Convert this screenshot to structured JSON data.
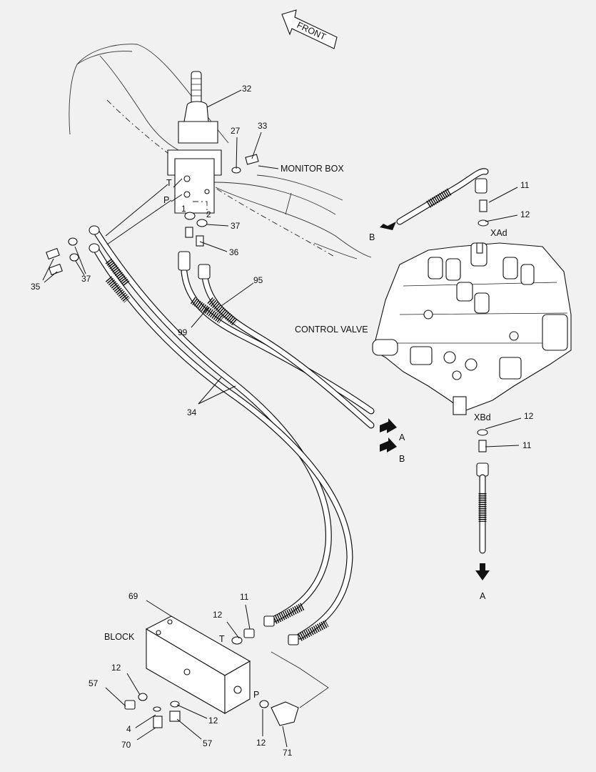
{
  "direction": {
    "label": "FRONT"
  },
  "callouts": {
    "monitor_box": "MONITOR BOX",
    "control_valve": "CONTROL VALVE",
    "block": "BLOCK"
  },
  "port_letters": {
    "T_upper": "T",
    "P_upper": "P",
    "port1": "1",
    "port2": "2",
    "T_lower": "T",
    "P_lower": "P"
  },
  "port_codes": {
    "xad": "XAd",
    "xbd": "XBd"
  },
  "arrow_labels": {
    "a_mid": "A",
    "b_mid": "B",
    "b_top": "B",
    "a_bottom": "A"
  },
  "part_numbers": {
    "p32": "32",
    "p27": "27",
    "p33": "33",
    "p37a": "37",
    "p36": "36",
    "p35": "35",
    "p37b": "37",
    "p95": "95",
    "p99": "99",
    "p34": "34",
    "p11a": "11",
    "p12a": "12",
    "p12b": "12",
    "p11b": "11",
    "p69": "69",
    "p12c": "12",
    "p11c": "11",
    "p12d": "12",
    "p57a": "57",
    "p4": "4",
    "p70": "70",
    "p57b": "57",
    "p12e": "12",
    "p12f": "12",
    "p71": "71"
  }
}
